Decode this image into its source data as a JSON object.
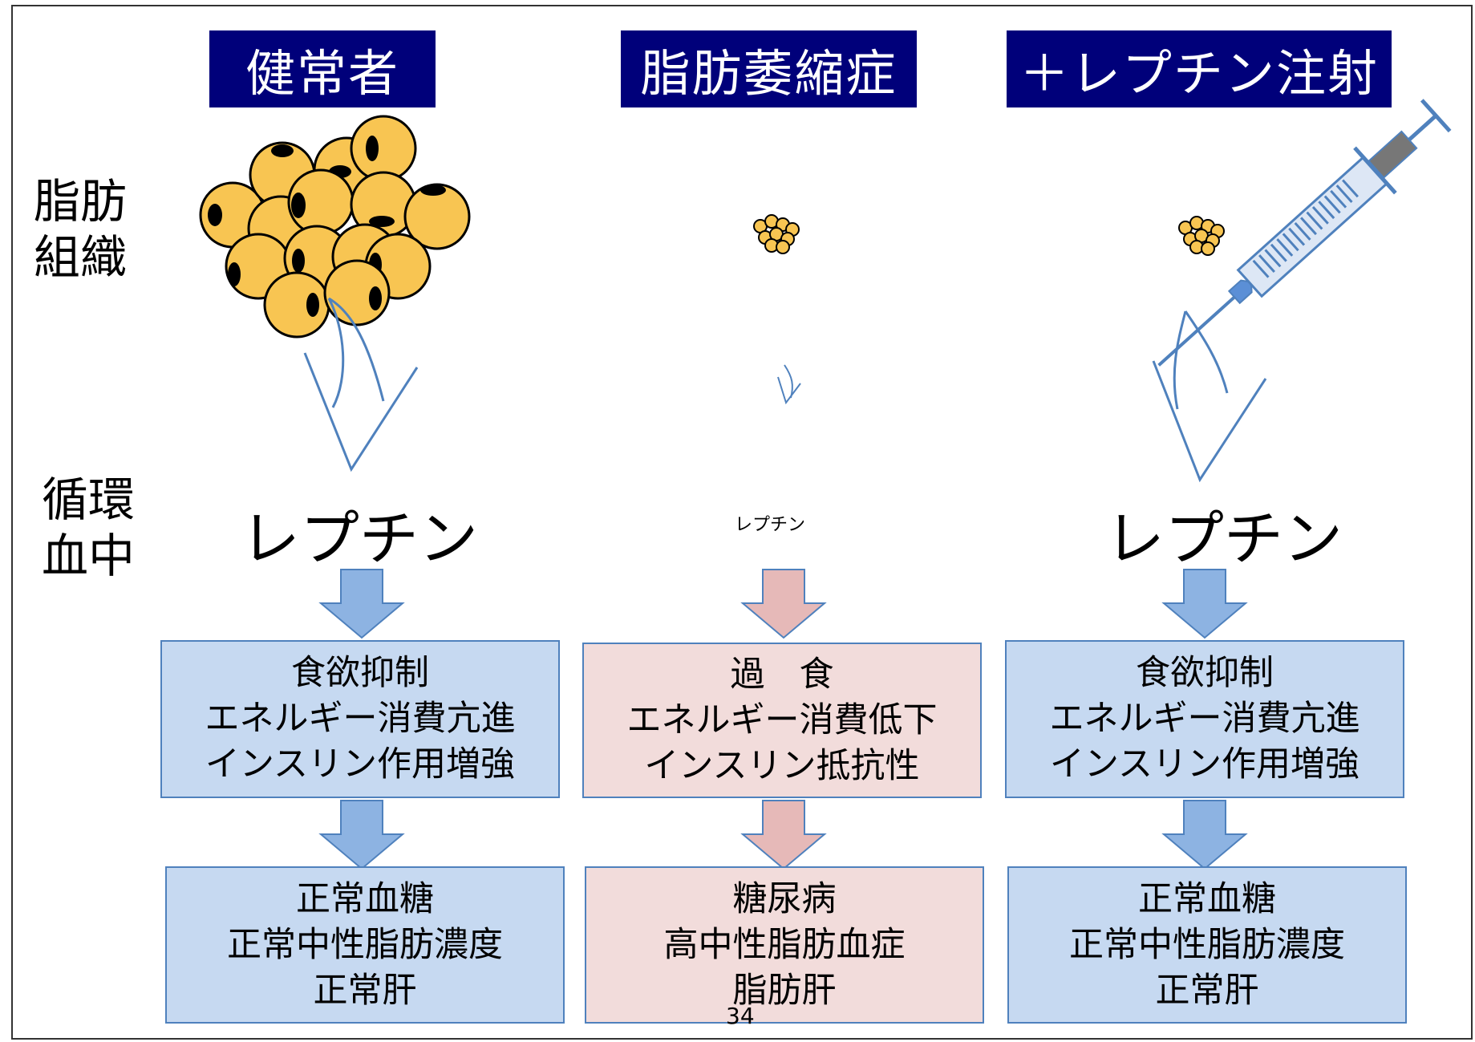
{
  "columns": [
    {
      "header": "健常者",
      "leptin": "レプチン",
      "effects": [
        "食欲抑制",
        "エネルギー消費亢進",
        "インスリン作用増強"
      ],
      "outcomes": [
        "正常血糖",
        "正常中性脂肪濃度",
        "正常肝"
      ]
    },
    {
      "header": "脂肪萎縮症",
      "leptin": "レプチン",
      "effects": [
        "過　食",
        "エネルギー消費低下",
        "インスリン抵抗性"
      ],
      "outcomes": [
        "糖尿病",
        "高中性脂肪血症",
        "脂肪肝"
      ]
    },
    {
      "header": "＋レプチン注射",
      "leptin": "レプチン",
      "effects": [
        "食欲抑制",
        "エネルギー消費亢進",
        "インスリン作用増強"
      ],
      "outcomes": [
        "正常血糖",
        "正常中性脂肪濃度",
        "正常肝"
      ]
    }
  ],
  "row_labels": {
    "adipose": [
      "脂肪",
      "組織"
    ],
    "blood": [
      "循環",
      "血中"
    ]
  },
  "page_number": "34",
  "colors": {
    "header_bg": "#00007a",
    "blue_box": "#c6d9f1",
    "pink_box": "#f2dcdb",
    "blue_arrow": "#8db3e2",
    "pink_arrow": "#e6b9b8",
    "fat_cell": "#f8c552",
    "outline": "#4f81bd"
  }
}
